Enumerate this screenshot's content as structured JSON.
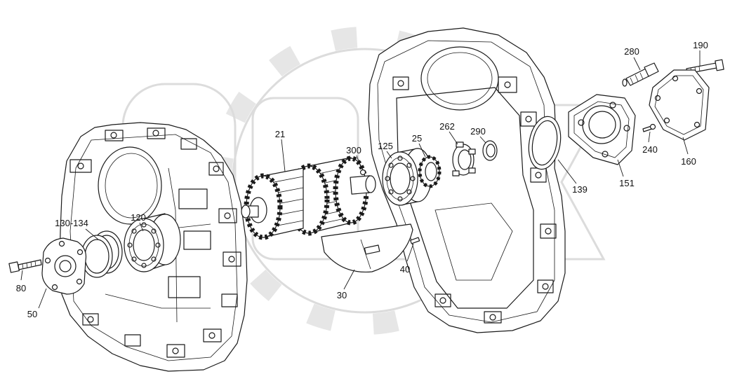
{
  "diagram": {
    "callouts": {
      "c280": "280",
      "c190": "190",
      "c21": "21",
      "c300": "300",
      "c125": "125",
      "c25": "25",
      "c262": "262",
      "c290": "290",
      "c120": "120",
      "c130_134": "130-134",
      "c80": "80",
      "c50": "50",
      "c30": "30",
      "c40": "40",
      "c139": "139",
      "c151": "151",
      "c240": "240",
      "c160": "160"
    },
    "colors": {
      "line": "#1a1a1a",
      "watermark": "#dcdcdc",
      "background": "#ffffff"
    }
  }
}
